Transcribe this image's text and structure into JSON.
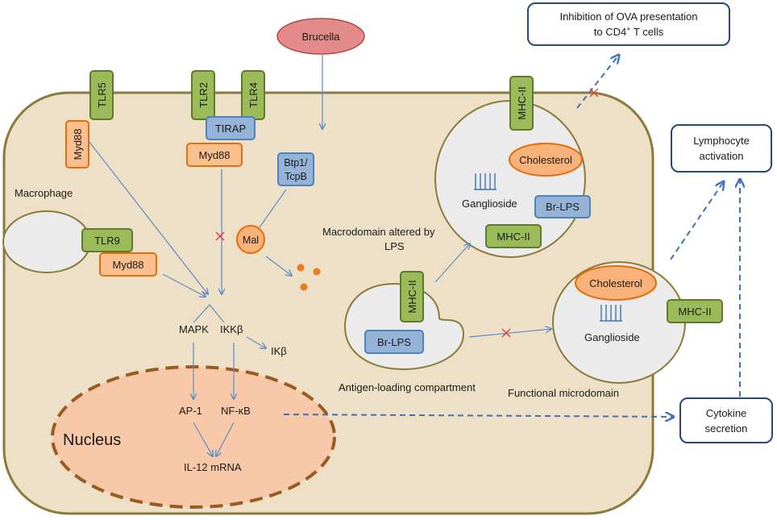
{
  "cell": {
    "label": "Macrophage"
  },
  "pathogen": {
    "label": "Brucella"
  },
  "receptors": {
    "tlr5": "TLR5",
    "tlr2": "TLR2",
    "tlr4": "TLR4",
    "tlr9": "TLR9"
  },
  "adaptors": {
    "myd88": "Myd88",
    "tirap": "TIRAP",
    "mal": "Mal",
    "btp1_line1": "Btp1/",
    "btp1_line2": "TcpB"
  },
  "signaling": {
    "mapk": "MAPK",
    "ikkb": "IKKβ",
    "ikb": "IKβ",
    "ap1": "AP-1",
    "nfkb": "NF-κB",
    "il12": "IL-12 mRNA"
  },
  "nucleus": {
    "label": "Nucleus"
  },
  "compartments": {
    "antigen_loading": "Antigen-loading compartment",
    "macrodomain_line1": "Macrodomain altered by",
    "macrodomain_line2": "LPS",
    "functional": "Functional microdomain"
  },
  "molecules": {
    "mhc2": "MHC-II",
    "br_lps": "Br-LPS",
    "cholesterol": "Cholesterol",
    "ganglioside": "Ganglioside"
  },
  "outcomes": {
    "ova_line1": "Inhibition of OVA presentation",
    "ova_line2_prefix": "to CD4",
    "ova_line2_sup": "+",
    "ova_line2_suffix": " T cells",
    "lymph_line1": "Lymphocyte",
    "lymph_line2": "activation",
    "cyto_line1": "Cytokine",
    "cyto_line2": "secretion"
  },
  "colors": {
    "cell_fill": "#ede0c6",
    "cell_stroke": "#8a7a3c",
    "nucleus_fill": "#f8c9a8",
    "nucleus_stroke": "#9a5a20",
    "receptor": "#9bbb59",
    "adaptor": "#fac090",
    "lps_box": "#95b3d7",
    "pathogen": "#e38b8b"
  }
}
